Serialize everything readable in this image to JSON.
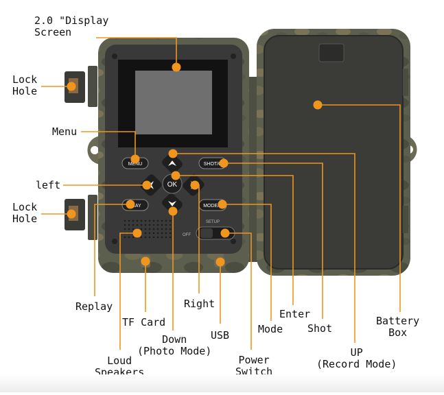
{
  "diagram": {
    "accent_color": "#f0951d",
    "camera": {
      "body_color": "#5c5f4e",
      "door_color": "#3b3b38",
      "button_labels": {
        "menu": "MENU",
        "ok": "OK",
        "shot": "SHOT/C",
        "replay": "PLAY",
        "mode": "MODE/S",
        "switch_setup": "SETUP",
        "switch_off": "OFF"
      }
    },
    "callouts": {
      "display_screen": "2.0 \"Display\nScreen",
      "lock_hole_top": "Lock\nHole",
      "menu": "Menu",
      "left": "left",
      "lock_hole_bottom": "Lock\nHole",
      "replay": "Replay",
      "tf_card": "TF Card",
      "loud_speakers": "Loud\nSpeakers",
      "down": "Down\n(Photo Mode)",
      "right": "Right",
      "usb": "USB",
      "power_switch": "Power\nSwitch",
      "mode": "Mode",
      "enter": "Enter",
      "shot": "Shot",
      "up": "UP\n(Record Mode)",
      "battery_box": "Battery\nBox"
    }
  }
}
